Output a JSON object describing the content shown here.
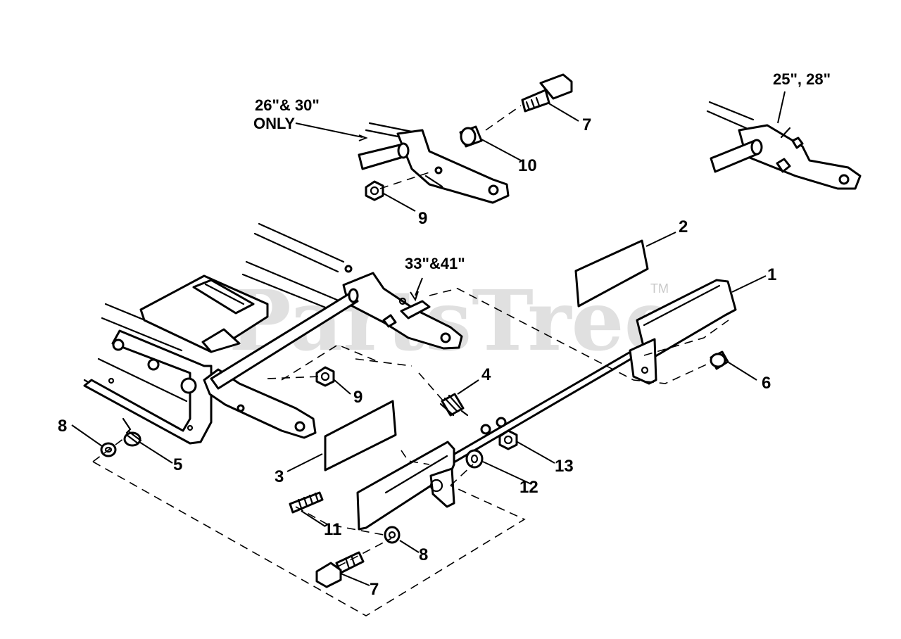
{
  "watermark": {
    "brand": "PartsTree",
    "trademark": "TM"
  },
  "notes": {
    "deck_26_30_line1": "26\"& 30\"",
    "deck_26_30_line2": "ONLY",
    "deck_25_28": "25\", 28\"",
    "deck_33_41": "33\"&41\""
  },
  "callouts": {
    "c1": "1",
    "c2": "2",
    "c3": "3",
    "c4": "4",
    "c5": "5",
    "c6": "6",
    "c7_top": "7",
    "c7_bottom": "7",
    "c8_left": "8",
    "c8_bottom": "8",
    "c9_top": "9",
    "c9_mid": "9",
    "c10": "10",
    "c11": "11",
    "c12": "12",
    "c13": "13"
  }
}
